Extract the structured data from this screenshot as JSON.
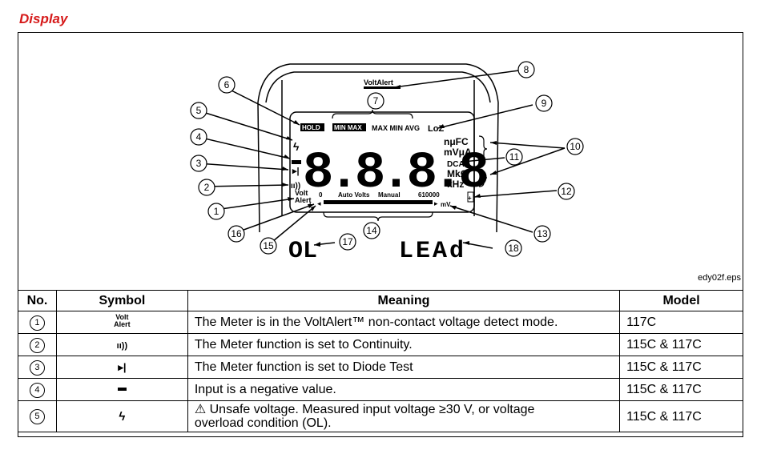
{
  "heading": "Display",
  "figure": {
    "id": "edy02f.eps",
    "lcd": {
      "voltalert_top": "VoltAlert",
      "hold": "HOLD",
      "minmax": "MIN MAX",
      "maxminavg": "MAX MIN AVG",
      "loz": "LoZ",
      "digits": "-8.8.8.8",
      "units1": "nμFC",
      "units2": "mVμA",
      "units3": "DCAC",
      "units4": "MkΩ",
      "units5": "kHz",
      "volt": "Volt",
      "alert": "Alert",
      "scale0": "0",
      "auto_volts": "Auto Volts",
      "manual": "Manual",
      "scale_max": "610000",
      "mv": "mV",
      "plus": "+"
    },
    "ol_text": "OL",
    "lead_text": "LEAd",
    "callouts": [
      "1",
      "2",
      "3",
      "4",
      "5",
      "6",
      "7",
      "8",
      "9",
      "10",
      "11",
      "12",
      "13",
      "14",
      "15",
      "16",
      "17",
      "18"
    ]
  },
  "table": {
    "headers": [
      "No.",
      "Symbol",
      "Meaning",
      "Model"
    ],
    "rows": [
      {
        "no": "1",
        "symbol_line1": "Volt",
        "symbol_line2": "Alert",
        "meaning": "The Meter is in the VoltAlert™ non-contact voltage detect mode.",
        "model": "117C"
      },
      {
        "no": "2",
        "symbol": "continuity-icon",
        "meaning": "The Meter function is set to Continuity.",
        "model": "115C & 117C"
      },
      {
        "no": "3",
        "symbol": "diode-icon",
        "meaning": "The Meter function is set to Diode Test",
        "model": "115C & 117C"
      },
      {
        "no": "4",
        "symbol": "minus-icon",
        "meaning": "Input is a negative value.",
        "model": "115C & 117C"
      },
      {
        "no": "5",
        "symbol": "lightning-icon",
        "meaning_line1": "⚠ Unsafe voltage. Measured input voltage ≥30 V, or voltage",
        "meaning_line2": "overload condition (OL).",
        "model": "115C & 117C"
      }
    ]
  }
}
